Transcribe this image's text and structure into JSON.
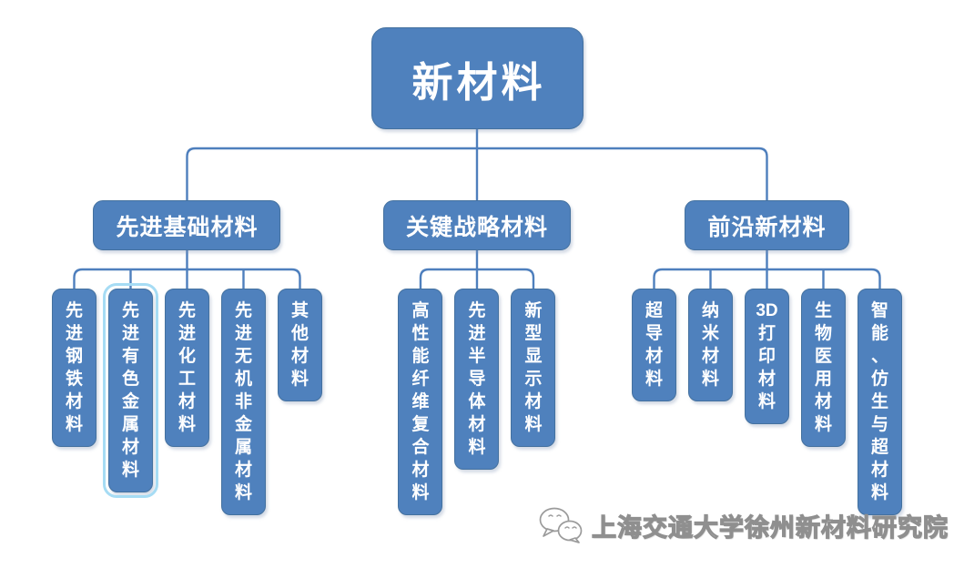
{
  "diagram": {
    "root": {
      "label": "新材料"
    },
    "branches": [
      {
        "label": "先进基础材料",
        "children": [
          {
            "label": "先进钢铁材料"
          },
          {
            "label": "先进有色金属材料",
            "highlighted": true
          },
          {
            "label": "先进化工材料"
          },
          {
            "label": "先进无机非金属材料"
          },
          {
            "label": "其他材料"
          }
        ]
      },
      {
        "label": "关键战略材料",
        "children": [
          {
            "label": "高性能纤维复合材料"
          },
          {
            "label": "先进半导体材料"
          },
          {
            "label": "新型显示材料"
          }
        ]
      },
      {
        "label": "前沿新材料",
        "children": [
          {
            "label": "超导材料"
          },
          {
            "label": "纳米材料"
          },
          {
            "label": "3D打印材料"
          },
          {
            "label": "生物医用材料"
          },
          {
            "label": "智能、仿生与超材料"
          }
        ]
      }
    ]
  },
  "watermark": {
    "icon": "wechat-icon",
    "text": "上海交通大学徐州新材料研究院"
  },
  "colors": {
    "node_fill": "#4f81bd",
    "node_border": "#44719f",
    "node_text": "#ffffff",
    "connector": "#4e7fbd",
    "highlight_outline": "#a6dcf4",
    "watermark_outline": "#8f8f8f",
    "background": "#ffffff"
  }
}
